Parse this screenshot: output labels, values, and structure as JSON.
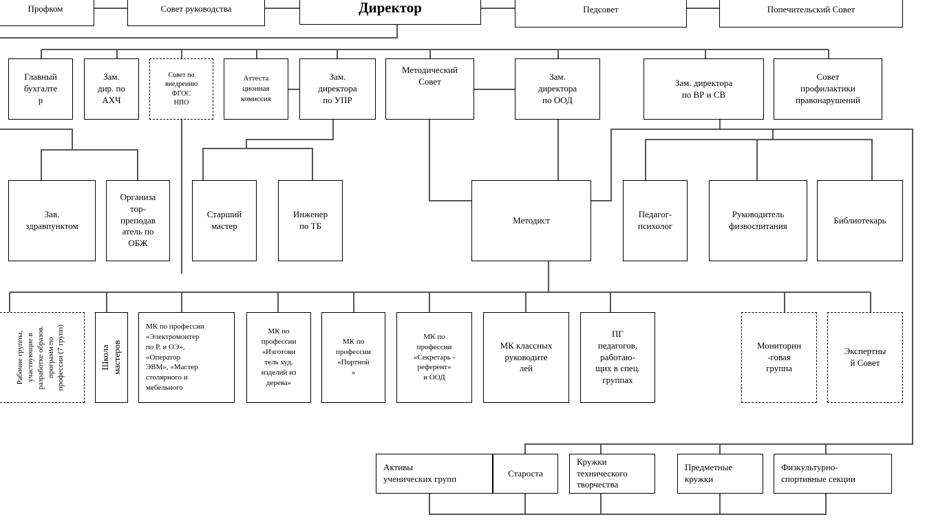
{
  "diagram": {
    "top_row": {
      "profkom": "Профком",
      "sovet_rukovodstva": "Совет руководства",
      "director": "Директор",
      "pedsovet": "Педсовет",
      "popechitelsky": "Попечительский Совет"
    },
    "row2": {
      "glavbuh": "Главный\nбухгалте\nр",
      "zam_ahch": "Зам.\nдир. по\nАХЧ",
      "sovet_fgos": "Совет по\nвнедрению\nФГОС\nНПО",
      "attest": "Аттеста\nционная\nкомиссия",
      "zam_upr": "Зам.\nдиректора\nпо УПР",
      "metod_sovet": "Методический\nСовет",
      "zam_ood": "Зам.\nдиректора\nпо ООД",
      "zam_vr": "Зам. директора\nпо ВР и СВ",
      "sovet_prof": "Совет\nпрофилактики\nправонарушений"
    },
    "row3": {
      "zav_zdrav": "Зав.\nздравпунктом",
      "organizator": "Организа\nтор-\nпреподав\nатель по\nОБЖ",
      "starshiy_master": "Старший\nмастер",
      "inzhener": "Инженер\nпо ТБ",
      "metodist": "Методист",
      "psiholog": "Педагог-\nпсихолог",
      "fizvosp": "Руководитель\nфизвоспитания",
      "bibliotekar": "Библиотекарь"
    },
    "row4": {
      "rabochie": "Рабочие группы,\nучаствующие в\nразработке образов.\nпрограмм по\nпрофессии (7 групп)",
      "shkola": "Школа мастеров",
      "mk_elektro": "МК по профессии\n«Электромонтер\nпо Р. и ОЭ»,\n«Оператор\nЭВМ», «Мастер\nстолярного и\nмебельного",
      "mk_izgot": "МК по\nпрофессии\n«Изготови\nтель худ.\nизделий из\nдерева»",
      "mk_portnoy": "МК по\nпрофессии\n«Портной\n»",
      "mk_sekretar": "МК по\nпрофессии\n«Секретарь -\nреферент»\nи ООД",
      "mk_klass": "МК классных\nруководите\nлей",
      "pg": "ПГ\nпедагогов,\nработаю-\nщих в спец.\nгруппах",
      "monitoring": "Мониторин\n-говая\nгруппа",
      "ekspert": "Экспертны\nй Совет"
    },
    "row5": {
      "aktivy": "Активы\nученических групп",
      "starosta": "Староста",
      "kruzhki_teh": "Кружки\nтехнического\nтворчества",
      "predmet": "Предметные\nкружки",
      "fizkult": "Физкультурно-\nспортивные секции"
    }
  }
}
